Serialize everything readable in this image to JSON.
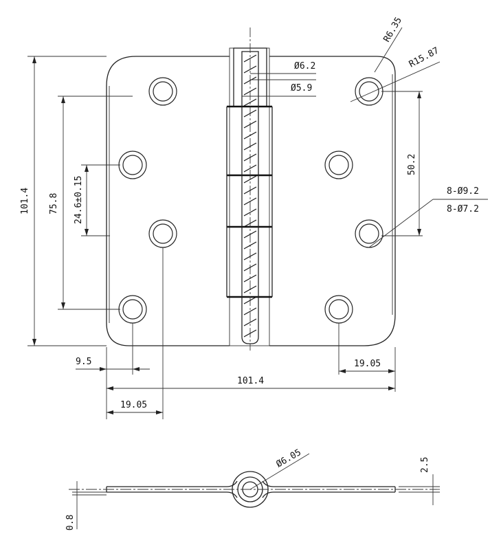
{
  "drawing": {
    "dimensions": {
      "overall_height": "101.4",
      "overall_width": "101.4",
      "hole_span_vertical": "75.8",
      "hole_offset_tolerance": "24.6±0.15",
      "right_hole_spacing": "50.2",
      "corner_radius_small": "R6.35",
      "corner_radius_large": "R15.87",
      "pin_diameter_outer": "Ø6.2",
      "pin_diameter_inner": "Ø5.9",
      "hole_callout_line1": "8-Ø9.2",
      "hole_callout_line2": "8-Ø7.2",
      "edge_offset": "9.5",
      "right_hole_offset": "19.05",
      "left_hole_offset": "19.05",
      "knuckle_diameter": "Ø6.05",
      "leaf_thickness": "2.5",
      "plate_thickness": "0.8"
    }
  }
}
